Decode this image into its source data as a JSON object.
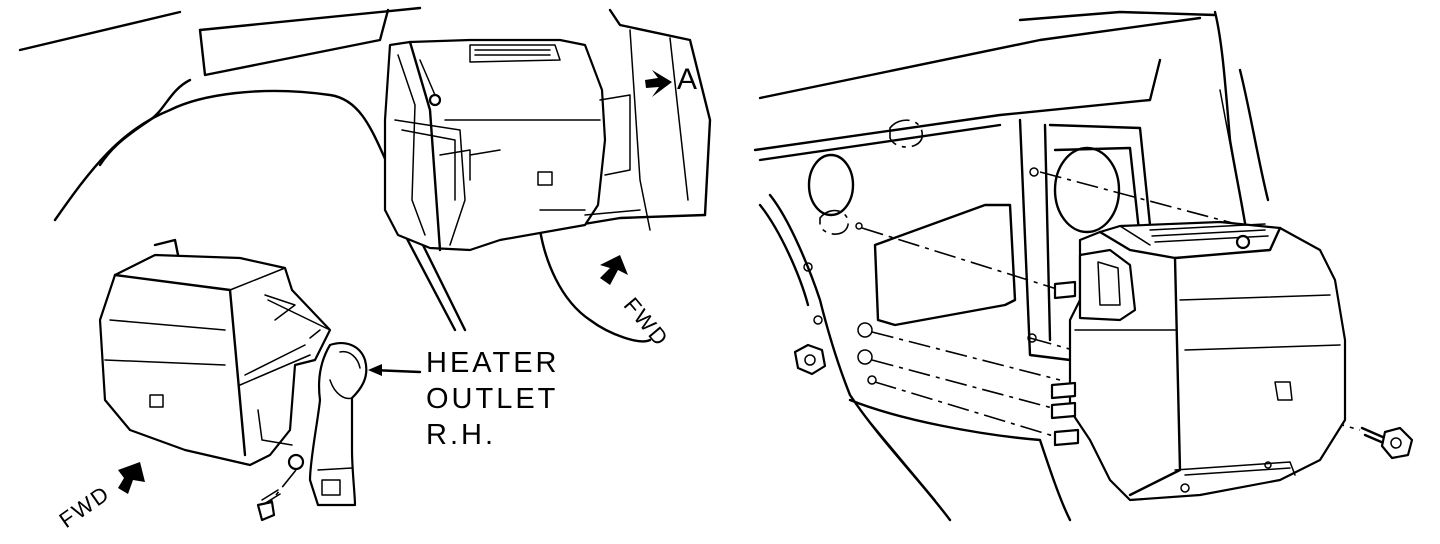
{
  "labels": {
    "view_a": "A",
    "fwd_top": "FWD",
    "fwd_bottom": "FWD",
    "heater_outlet": [
      "HEATER",
      "OUTLET",
      "R.H."
    ]
  },
  "colors": {
    "ink": "#000000",
    "paper": "#ffffff"
  }
}
